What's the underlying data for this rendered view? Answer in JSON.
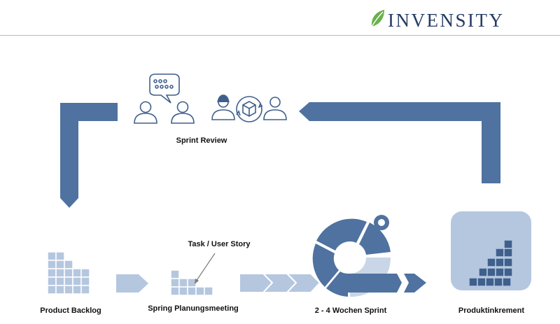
{
  "header": {
    "logo_text": "INVENSITY"
  },
  "labels": {
    "sprint_review": "Sprint Review",
    "task_user_story": "Task / User Story",
    "product_backlog": "Product Backlog",
    "planning_meeting": "Spring Planungsmeeting",
    "sprint": "2 - 4 Wochen Sprint",
    "increment": "Produktinkrement"
  },
  "colors": {
    "primary": "#4f72a0",
    "light": "#b5c7df",
    "lighter": "#c9d6e8",
    "icon_stroke": "#3f5f8c",
    "logo_leaf": "#6ab04c",
    "logo_text": "#243b66"
  },
  "icons": [
    "discussion-icon",
    "people-icon",
    "product-exchange-icon",
    "box-icon"
  ]
}
